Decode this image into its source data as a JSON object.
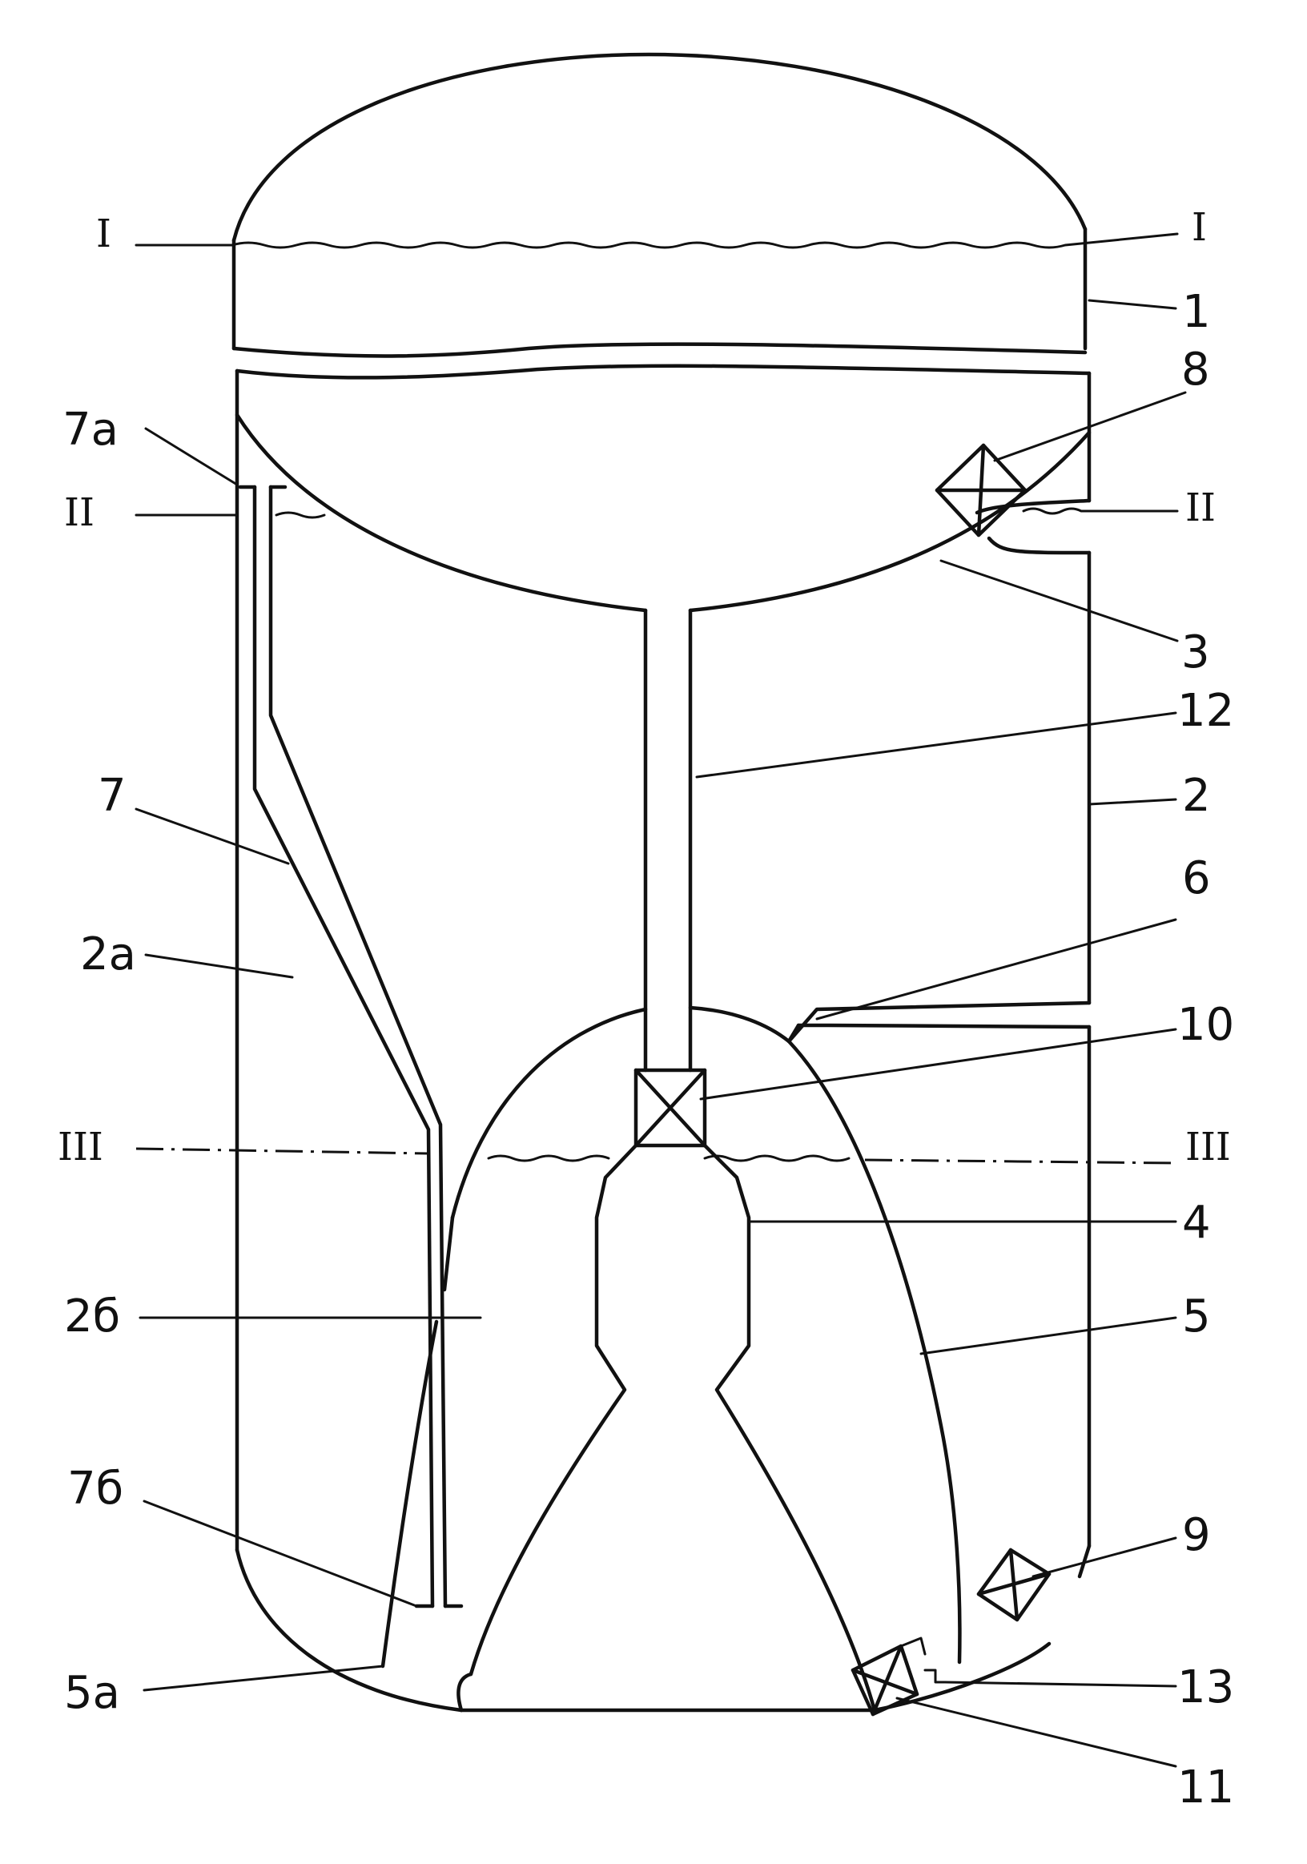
{
  "labels": {
    "l1": "1",
    "l2": "2",
    "l2a": "2a",
    "l2b": "2б",
    "l3": "3",
    "l4": "4",
    "l5": "5",
    "l5a": "5a",
    "l6": "6",
    "l7": "7",
    "l7a": "7a",
    "l7b": "7б",
    "l8": "8",
    "l9": "9",
    "l10": "10",
    "l11": "11",
    "l12": "12",
    "l13": "13"
  },
  "levels": {
    "level1": "I",
    "level2": "II",
    "level3": "III"
  }
}
